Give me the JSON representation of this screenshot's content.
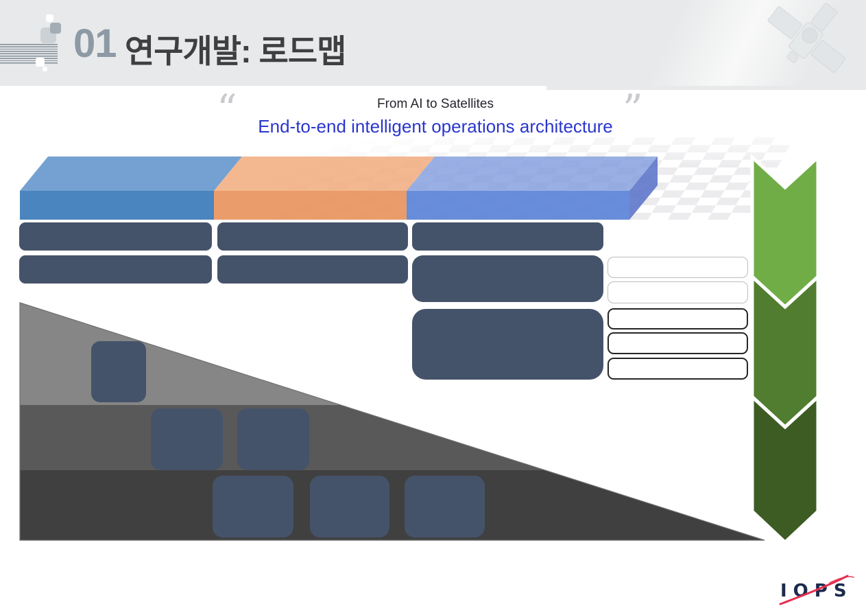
{
  "header": {
    "section_number": "01",
    "title": "연구개발: 로드맵"
  },
  "quote": {
    "open_mark": "“",
    "close_mark": "”",
    "subtitle": "From AI to Satellites",
    "headline": "End-to-end intelligent operations architecture"
  },
  "palette": {
    "header_bg": "#e8e9ea",
    "section_number_gray_blue": "#8d99a4",
    "title_charcoal": "#3d3f40",
    "headline_blue": "#2a36cc",
    "bar1_top": "#74a1d1",
    "bar1_front": "#4a85bf",
    "bar2_top": "#f0a877",
    "bar2_front": "#e99560",
    "bar3_top": "#7e9ade",
    "bar3_front": "#5b83d7",
    "bar3_side": "#5a73c8",
    "navy_box": "#45536a",
    "output_border_light": "#bcbcbc",
    "output_border_dark": "#262626",
    "chevron_green_light": "#70ad47",
    "chevron_green_mid": "#507d2f",
    "chevron_green_dark": "#3d5c24",
    "pyramid_band_top": "#868686",
    "pyramid_band_mid": "#595959",
    "pyramid_band_bottom": "#404040",
    "pyramid_edge": "#6f6f6f",
    "logo_navy": "#1c2b4d",
    "logo_red": "#e62e4e"
  },
  "architecture": {
    "phase_bars": [
      {
        "id": "phase-left",
        "color": "steel-blue"
      },
      {
        "id": "phase-middle",
        "color": "orange"
      },
      {
        "id": "phase-right",
        "color": "royal-blue"
      }
    ],
    "module_rows": [
      {
        "columns": 3
      },
      {
        "columns": 2
      }
    ],
    "detail_boxes": 2,
    "output_boxes": {
      "light_bordered": 2,
      "dark_bordered": 3
    },
    "flow_arrows": 3,
    "pyramid_levels": [
      {
        "chips": 1
      },
      {
        "chips": 2
      },
      {
        "chips": 3
      }
    ]
  },
  "logo": {
    "text": "IOPS"
  },
  "icons": {
    "satellite": "satellite-graphic",
    "quote_open": "open-quote-icon",
    "quote_close": "close-quote-icon",
    "swoosh": "orbit-swoosh-icon"
  }
}
